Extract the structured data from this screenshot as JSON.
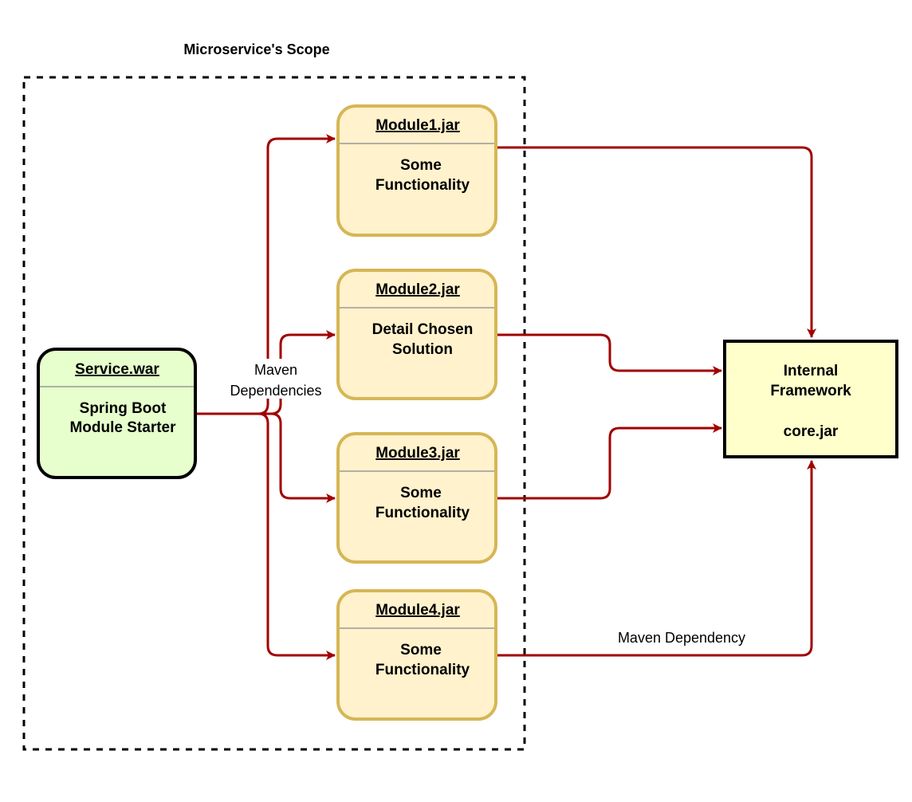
{
  "scope": {
    "title": "Microservice's Scope"
  },
  "colors": {
    "edge": "#a20000",
    "module_fill": "#fff2cc",
    "module_stroke": "#d6b656",
    "service_fill": "#e6ffcc",
    "service_stroke": "#000000",
    "framework_fill": "#ffffcc",
    "framework_stroke": "#000000"
  },
  "service": {
    "name": "Service.war",
    "line1": "Spring Boot",
    "line2": "Module Starter"
  },
  "modules": [
    {
      "name": "Module1.jar",
      "line1": "Some",
      "line2": "Functionality"
    },
    {
      "name": "Module2.jar",
      "line1": "Detail Chosen",
      "line2": "Solution"
    },
    {
      "name": "Module3.jar",
      "line1": "Some",
      "line2": "Functionality"
    },
    {
      "name": "Module4.jar",
      "line1": "Some",
      "line2": "Functionality"
    }
  ],
  "framework": {
    "line1": "Internal",
    "line2": "Framework",
    "line3": "core.jar"
  },
  "edges": {
    "maven_dependencies_line1": "Maven",
    "maven_dependencies_line2": "Dependencies",
    "maven_dependency": "Maven Dependency"
  }
}
